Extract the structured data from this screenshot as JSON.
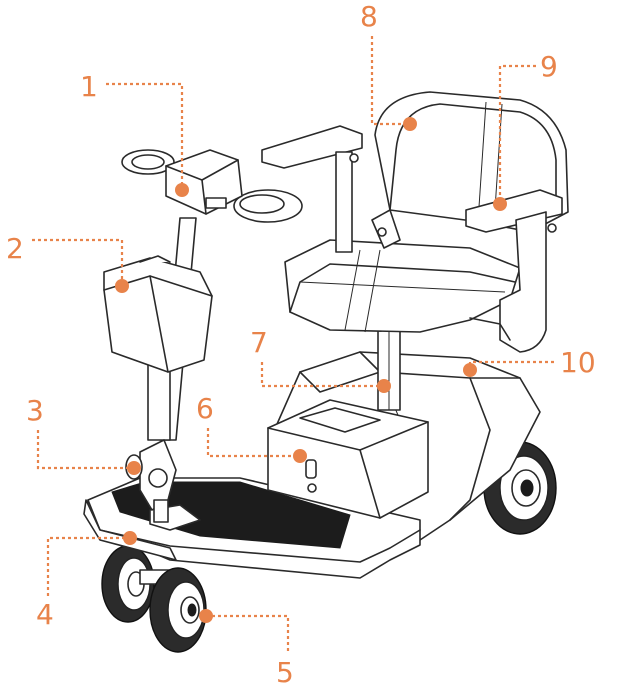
{
  "diagram": {
    "callouts": [
      {
        "id": "1",
        "label": "1"
      },
      {
        "id": "2",
        "label": "2"
      },
      {
        "id": "3",
        "label": "3"
      },
      {
        "id": "4",
        "label": "4"
      },
      {
        "id": "5",
        "label": "5"
      },
      {
        "id": "6",
        "label": "6"
      },
      {
        "id": "7",
        "label": "7"
      },
      {
        "id": "8",
        "label": "8"
      },
      {
        "id": "9",
        "label": "9"
      },
      {
        "id": "10",
        "label": "10"
      }
    ],
    "colors": {
      "accent": "#e8834a",
      "line": "#2a2a2a",
      "mat": "#1c1c1c"
    }
  }
}
